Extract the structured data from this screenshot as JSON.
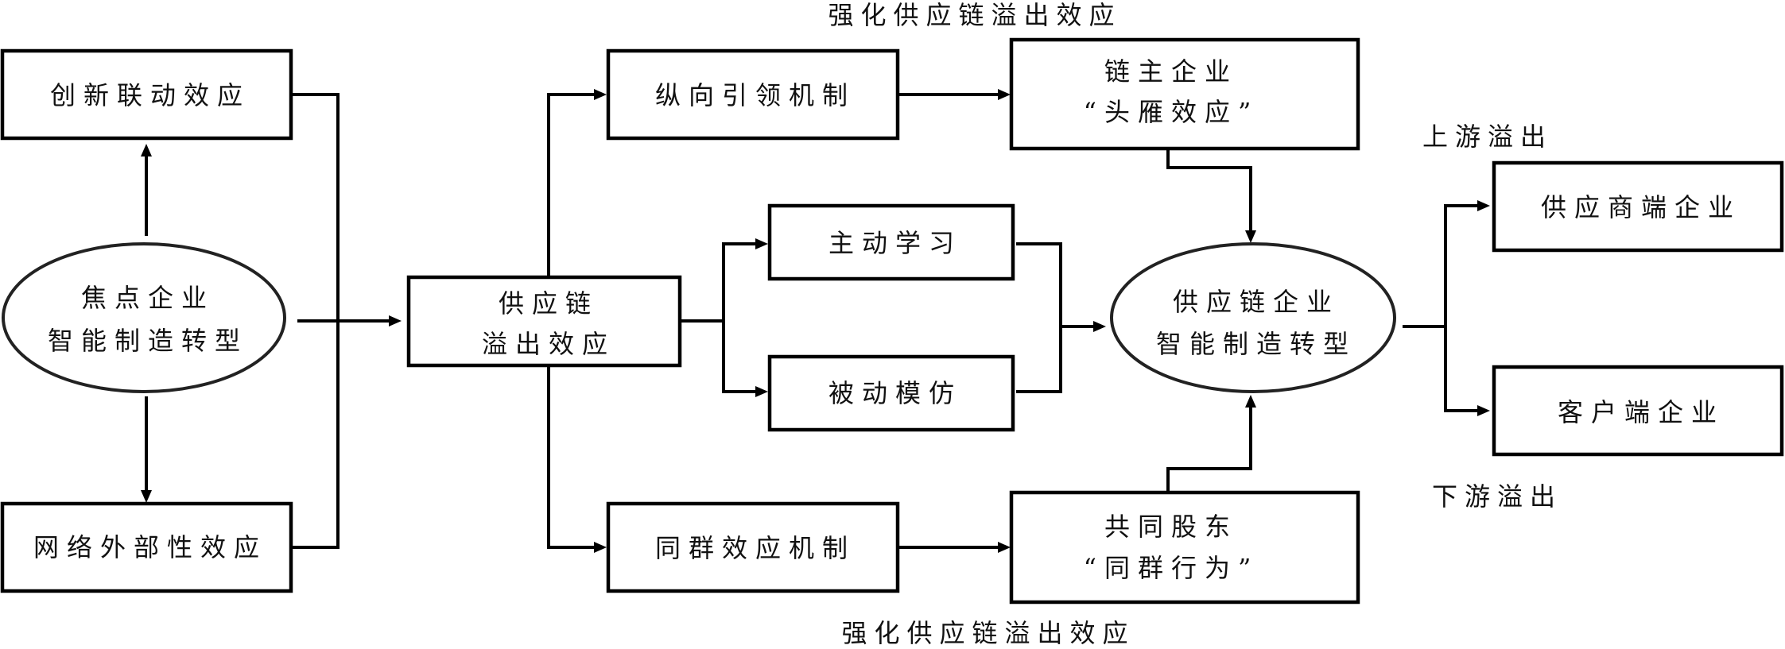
{
  "diagram": {
    "title_top": "强化供应链溢出效应",
    "title_bottom": "强化供应链溢出效应",
    "focal_firm": {
      "line1": "焦点企业",
      "line2": "智能制造转型"
    },
    "innovation_linkage": "创新联动效应",
    "network_externality": "网络外部性效应",
    "spillover": {
      "line1": "供应链",
      "line2": "溢出效应"
    },
    "vertical_leading": "纵向引领机制",
    "peer_effect": "同群效应机制",
    "active_learning": "主动学习",
    "passive_imitation": "被动模仿",
    "chain_leader": {
      "line1": "链主企业",
      "line2": "“头雁效应”"
    },
    "common_shareholder": {
      "line1": "共同股东",
      "line2": "“同群行为”"
    },
    "supply_chain_firm": {
      "line1": "供应链企业",
      "line2": "智能制造转型"
    },
    "supplier_firm": "供应商端企业",
    "customer_firm": "客户端企业",
    "upstream_label": "上游溢出",
    "downstream_label": "下游溢出"
  }
}
